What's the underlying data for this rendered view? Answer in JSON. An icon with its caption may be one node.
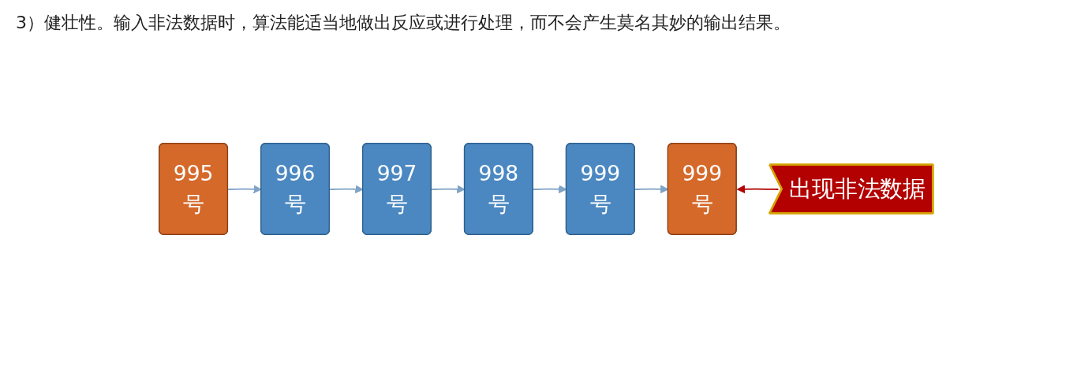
{
  "diagram": {
    "title": "3）健壮性。输入非法数据时，算法能适当地做出反应或进行处理，而不会产生莫名其妙的输出结果。",
    "nodes": [
      {
        "text": [
          "995 号"
        ]
      },
      {
        "text": [
          "996 号"
        ]
      },
      {
        "text": [
          "997 号"
        ]
      },
      {
        "text": [
          "998 号"
        ]
      },
      {
        "text": [
          "999 号"
        ]
      },
      {
        "text": [
          "999 号"
        ]
      },
      {
        "text": [
          "出现非法数据"
        ]
      }
    ],
    "edges": [
      {
        "from": 0,
        "to": 1,
        "arrow": "to"
      },
      {
        "from": 1,
        "to": 2,
        "arrow": "to"
      },
      {
        "from": 2,
        "to": 3,
        "arrow": "to"
      },
      {
        "from": 3,
        "to": 4,
        "arrow": "to"
      },
      {
        "from": 4,
        "to": 5,
        "arrow": "to"
      },
      {
        "from": 6,
        "to": 5,
        "arrow": "to",
        "color": "#b00000"
      }
    ]
  }
}
